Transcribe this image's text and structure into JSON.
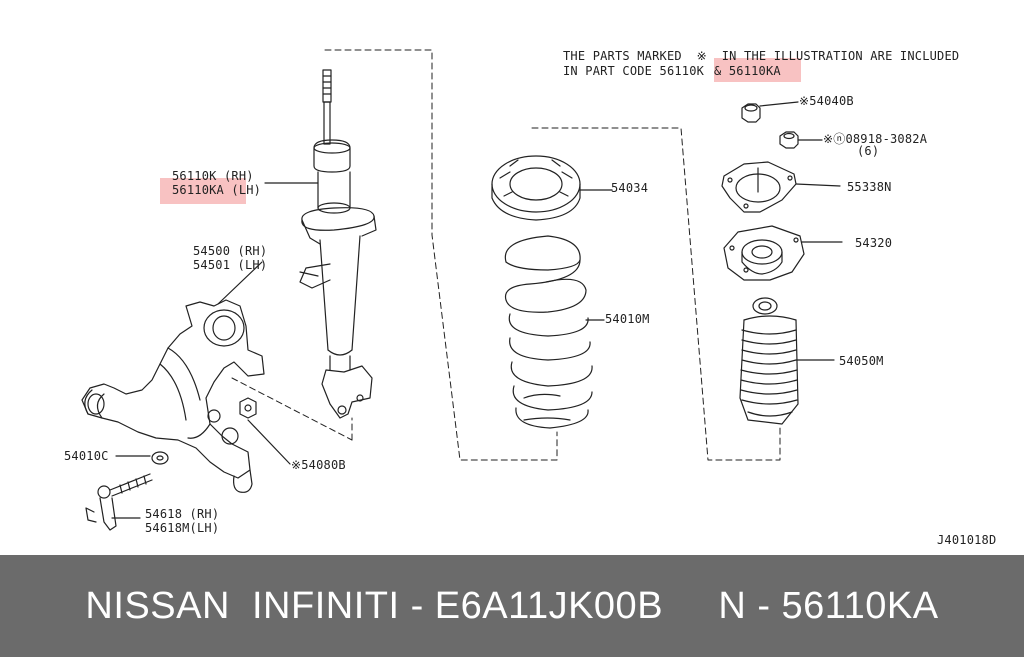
{
  "note": {
    "line1": "THE PARTS MARKED  ※  IN THE ILLUSTRATION ARE INCLUDED",
    "line2_prefix": "IN PART CODE 56110K",
    "line2_highlight": "& 56110KA"
  },
  "labels": {
    "p56110k_rh": "56110K (RH)",
    "p56110ka_lh": "56110KA (LH)",
    "p54500_rh": "54500 (RH)",
    "p54501_lh": "54501 (LH)",
    "p54034": "54034",
    "p54010m": "54010M",
    "p54040b": "※54040B",
    "p08918": "※ⓝ08918-3082A",
    "p08918_qty": "(6)",
    "p55338n": "55338N",
    "p54320": "54320",
    "p54050m": "54050M",
    "p54010c": "54010C",
    "p54080b": "※54080B",
    "p54618_rh": "54618 (RH)",
    "p54618m_lh": "54618M(LH)",
    "diagram_code": "J401018D"
  },
  "footer": {
    "text": "NISSAN  INFINITI - E6A11JK00B     N - 56110KA"
  },
  "colors": {
    "highlight": "#f7b7b7",
    "footer_bg": "#6b6b6b",
    "footer_text": "#ffffff"
  }
}
